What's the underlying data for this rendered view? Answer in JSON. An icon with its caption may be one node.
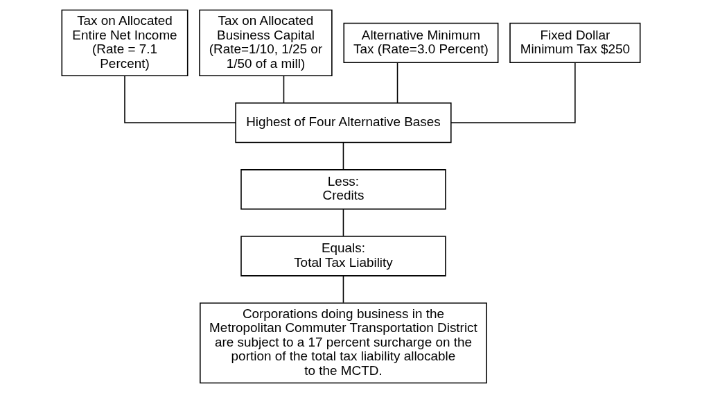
{
  "diagram": {
    "nodes": [
      {
        "text": [
          "Tax on Allocated Entire Net Income (Rate = 7.1 Percent)"
        ]
      },
      {
        "text": [
          "Tax on Allocated Business Capital (Rate=1/10, 1/25 or 1/50 of a mill)"
        ]
      },
      {
        "text": [
          "Alternative Minimum Tax (Rate=3.0 Percent)"
        ]
      },
      {
        "text": [
          "Fixed Dollar Minimum Tax $250"
        ]
      },
      {
        "text": [
          "Highest of Four Alternative Bases"
        ]
      },
      {
        "text": [
          "Less:",
          "Credits"
        ]
      },
      {
        "text": [
          "Equals:",
          "Total Tax Liability"
        ]
      },
      {
        "text": [
          "Corporations doing business in the Metropolitan Commuter Transportation District are subject to a 17 percent surcharge on the portion of the total tax liability allocable to the MCTD."
        ]
      }
    ],
    "edges": [
      {
        "from": 0,
        "to": 4,
        "arrow": "none"
      },
      {
        "from": 1,
        "to": 4,
        "arrow": "none"
      },
      {
        "from": 2,
        "to": 4,
        "arrow": "none"
      },
      {
        "from": 3,
        "to": 4,
        "arrow": "none"
      },
      {
        "from": 4,
        "to": 5,
        "arrow": "none"
      },
      {
        "from": 5,
        "to": 6,
        "arrow": "none"
      },
      {
        "from": 6,
        "to": 7,
        "arrow": "none"
      }
    ]
  }
}
